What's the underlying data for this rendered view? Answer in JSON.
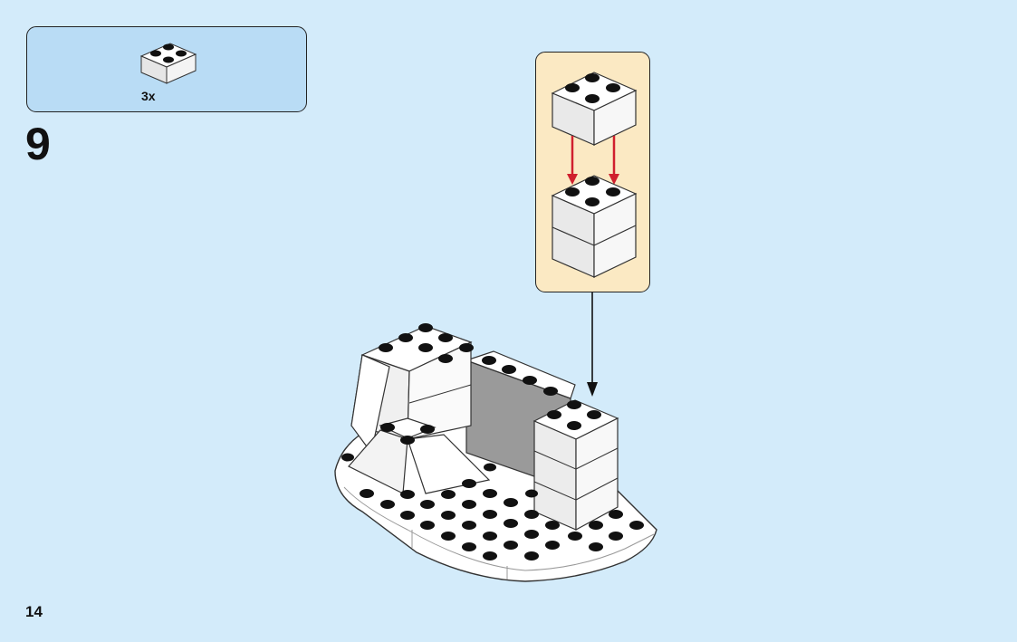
{
  "parts_list": {
    "quantity": "3x",
    "part": "white 2x2 brick"
  },
  "step": {
    "number": "9"
  },
  "page": {
    "number": "14"
  },
  "colors": {
    "background": "#d3ebfa",
    "parts_box": "#b9dcf5",
    "callout": "#fbe9c3",
    "arrow_red": "#d0202e"
  }
}
